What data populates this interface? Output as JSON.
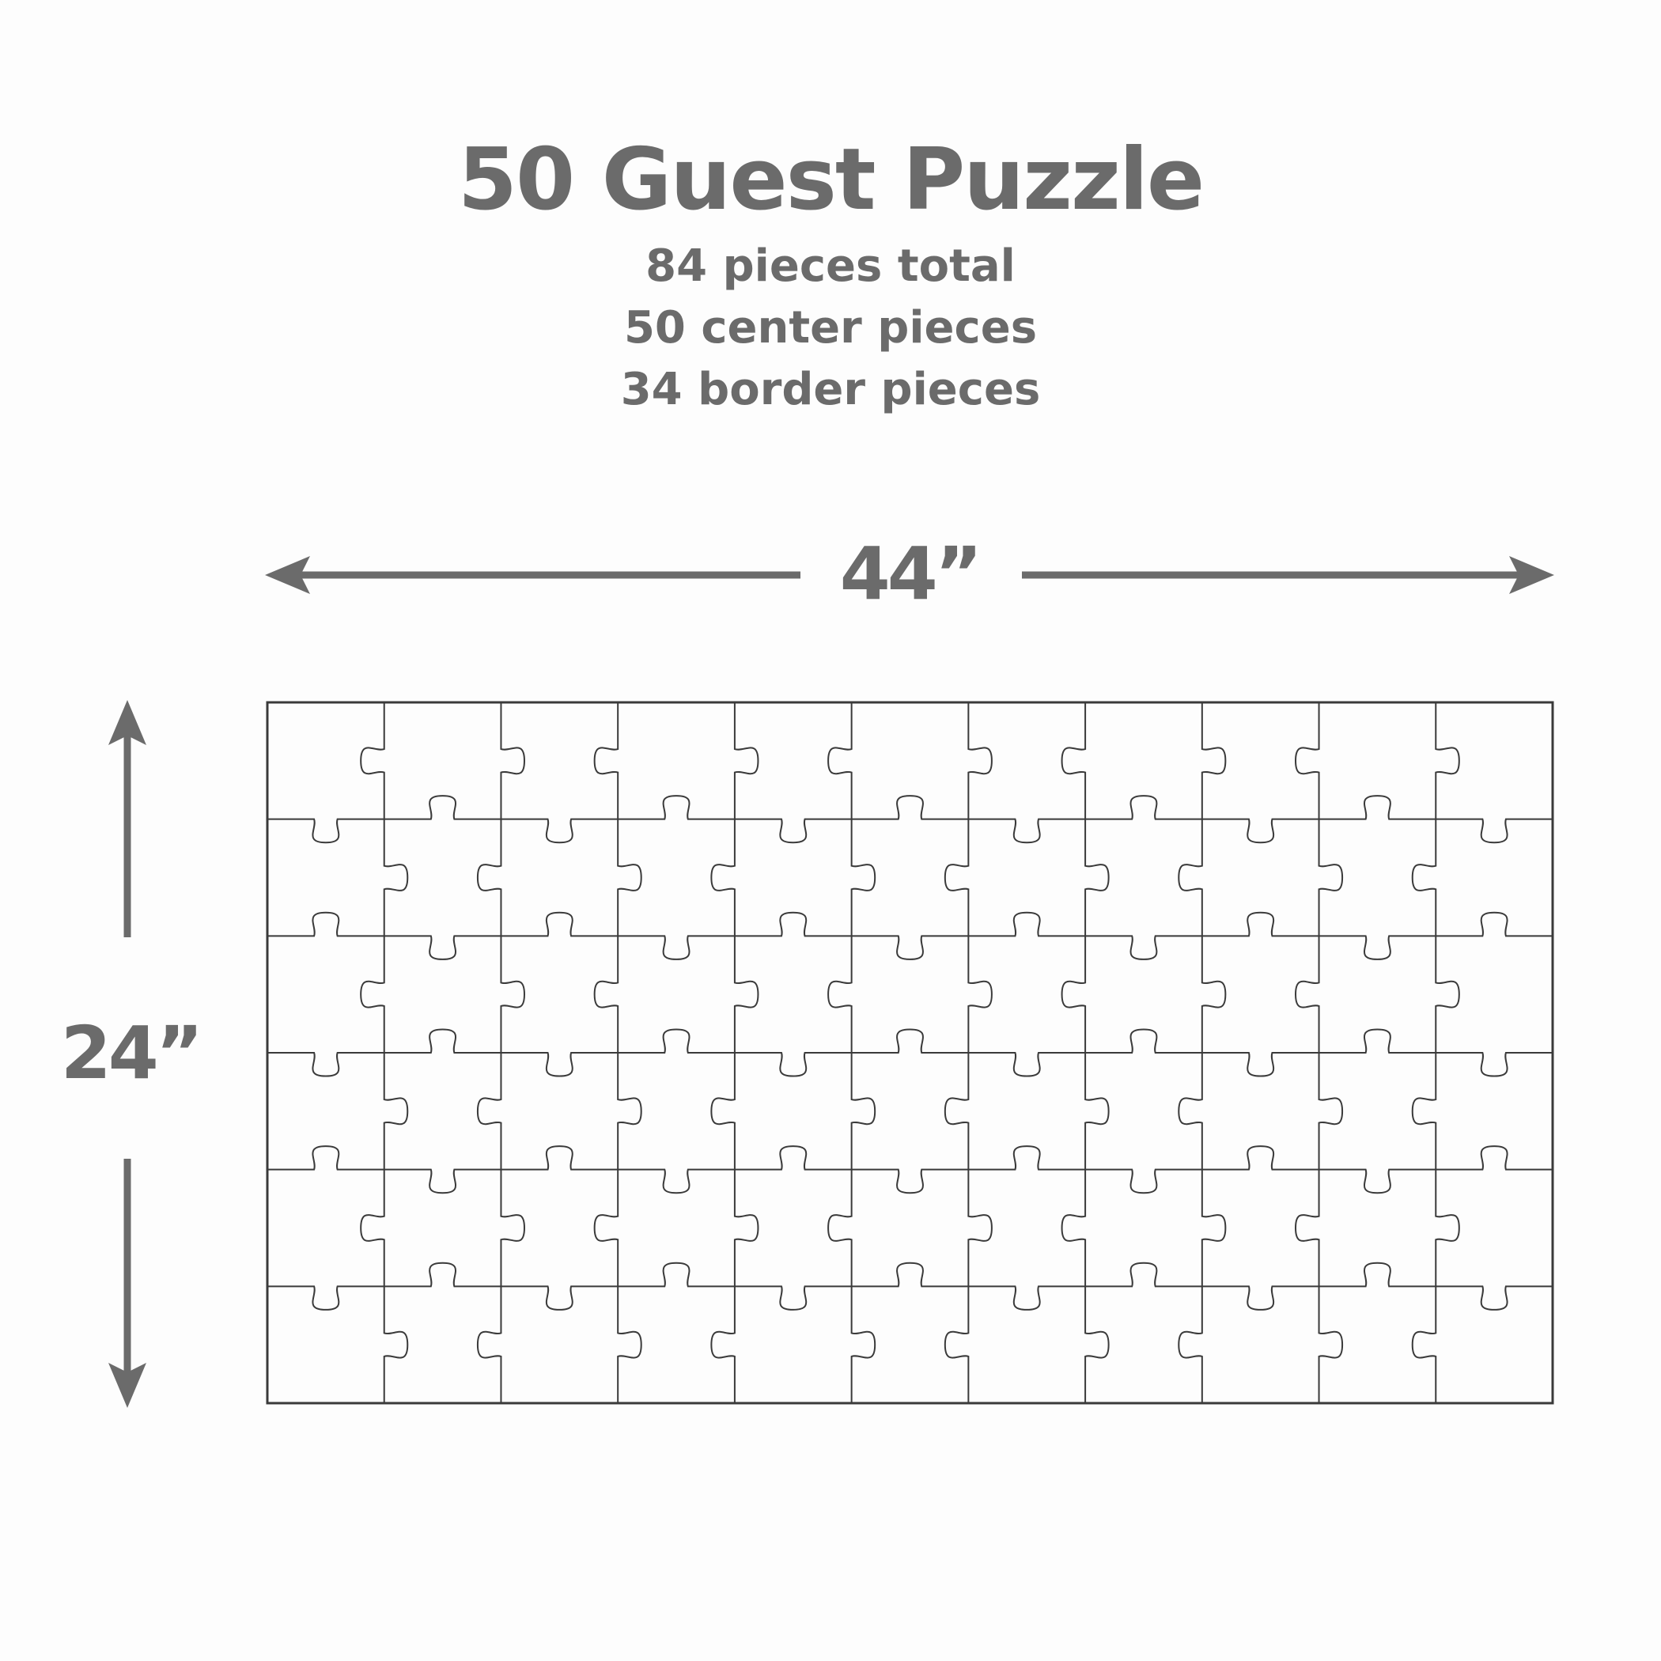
{
  "header": {
    "title": "50 Guest Puzzle",
    "stats": [
      "84 pieces total",
      "50 center pieces",
      "34 border pieces"
    ]
  },
  "dimensions": {
    "width_label": "44”",
    "height_label": "24”"
  },
  "puzzle": {
    "columns": 11,
    "rows": 6
  },
  "colors": {
    "text": "#6b6b6b",
    "arrow": "#6b6b6b",
    "outline": "#3a3a3a",
    "background": "#fdfdfd"
  }
}
